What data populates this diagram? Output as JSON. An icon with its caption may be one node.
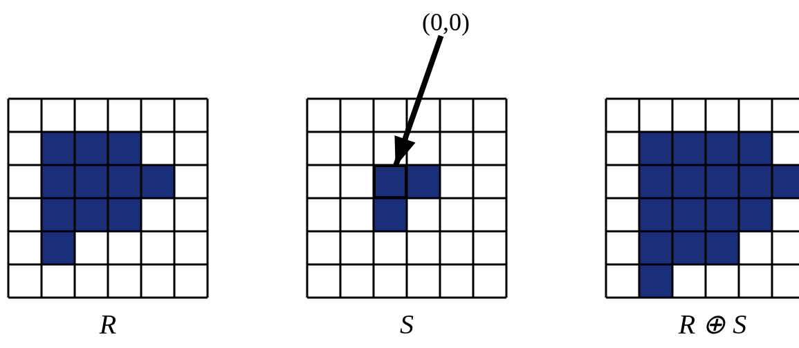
{
  "diagram": {
    "nodes": [
      {
        "text": [
          "(0,0)"
        ]
      },
      {
        "text": [],
        "shape": "box"
      }
    ],
    "edges": [
      {
        "from": 0,
        "to": 1,
        "arrow": "to"
      }
    ],
    "labels": [
      "R",
      "S",
      "R ⊕ S"
    ]
  }
}
